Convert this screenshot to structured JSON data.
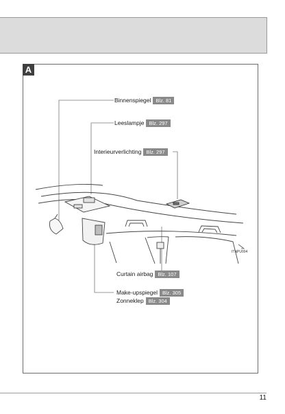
{
  "section": {
    "badge": "A"
  },
  "callouts": [
    {
      "label": "Binnenspiegel",
      "ref": "Blz. 81"
    },
    {
      "label": "Leeslampje",
      "ref": "Blz. 297"
    },
    {
      "label": "Interieurverlichting",
      "ref": "Blz. 297"
    },
    {
      "label": "Curtain airbag",
      "ref": "Blz. 107"
    },
    {
      "label": "Make-upspiegel",
      "ref": "Blz. 305"
    },
    {
      "label": "Zonneklep",
      "ref": "Blz. 304"
    }
  ],
  "illustration": {
    "code": "ITNPU004"
  },
  "footer": {
    "page_number": "11"
  }
}
